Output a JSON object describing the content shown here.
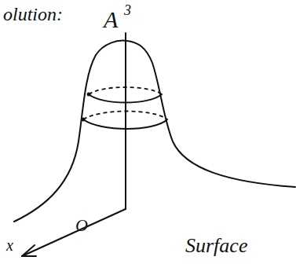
{
  "diagram": {
    "labels": [
      "olution:",
      "A",
      "3",
      "O",
      "x",
      "Surface"
    ]
  }
}
